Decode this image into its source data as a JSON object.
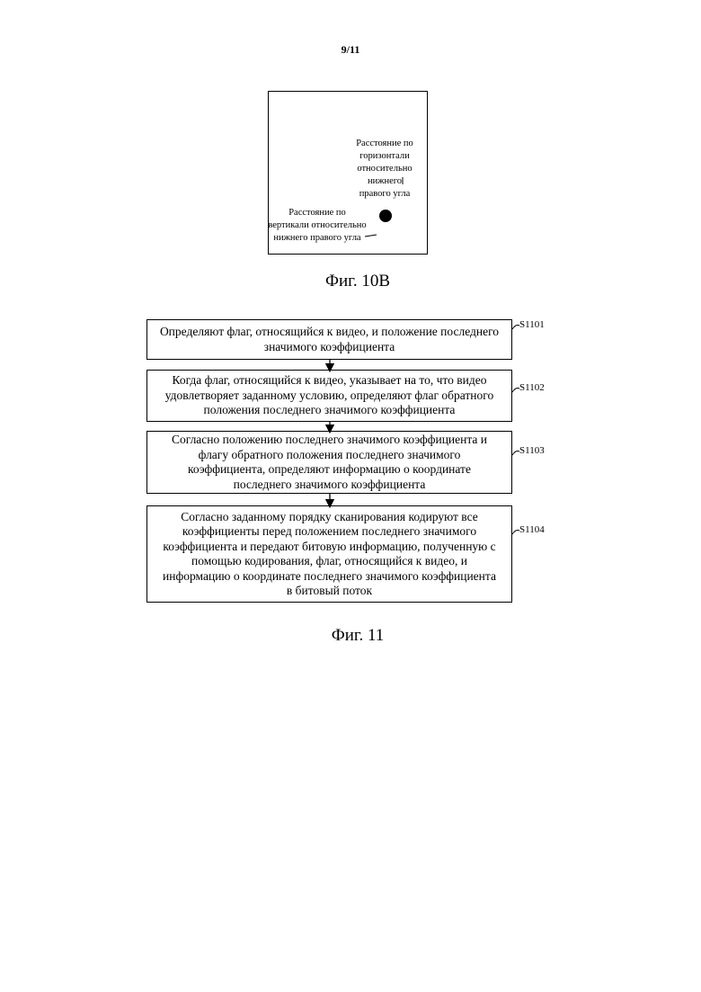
{
  "page": {
    "number": "9/11"
  },
  "figure_10b": {
    "horizontal_label": "Расстояние по\nгоризонтали\nотносительно нижнего\nправого угла",
    "vertical_label": "Расстояние по\nвертикали относительно\nнижнего правого угла",
    "caption": "Фиг. 10B"
  },
  "figure_11": {
    "steps": [
      {
        "id": "S1101",
        "text": "Определяют флаг, относящийся к видео, и положение последнего\nзначимого коэффициента"
      },
      {
        "id": "S1102",
        "text": "Когда флаг, относящийся к видео, указывает на то, что видео\nудовлетворяет заданному условию, определяют флаг обратного\nположения последнего значимого коэффициента"
      },
      {
        "id": "S1103",
        "text": "Согласно положению последнего значимого коэффициента и\nфлагу обратного положения последнего значимого\nкоэффициента, определяют информацию о координате\nпоследнего значимого коэффициента"
      },
      {
        "id": "S1104",
        "text": "Согласно заданному порядку сканирования кодируют все\nкоэффициенты перед положением последнего значимого\nкоэффициента и передают битовую информацию, полученную с\nпомощью кодирования, флаг, относящийся к видео, и\nинформацию о координате последнего значимого коэффициента\nв битовый поток"
      }
    ],
    "caption": "Фиг. 11"
  }
}
